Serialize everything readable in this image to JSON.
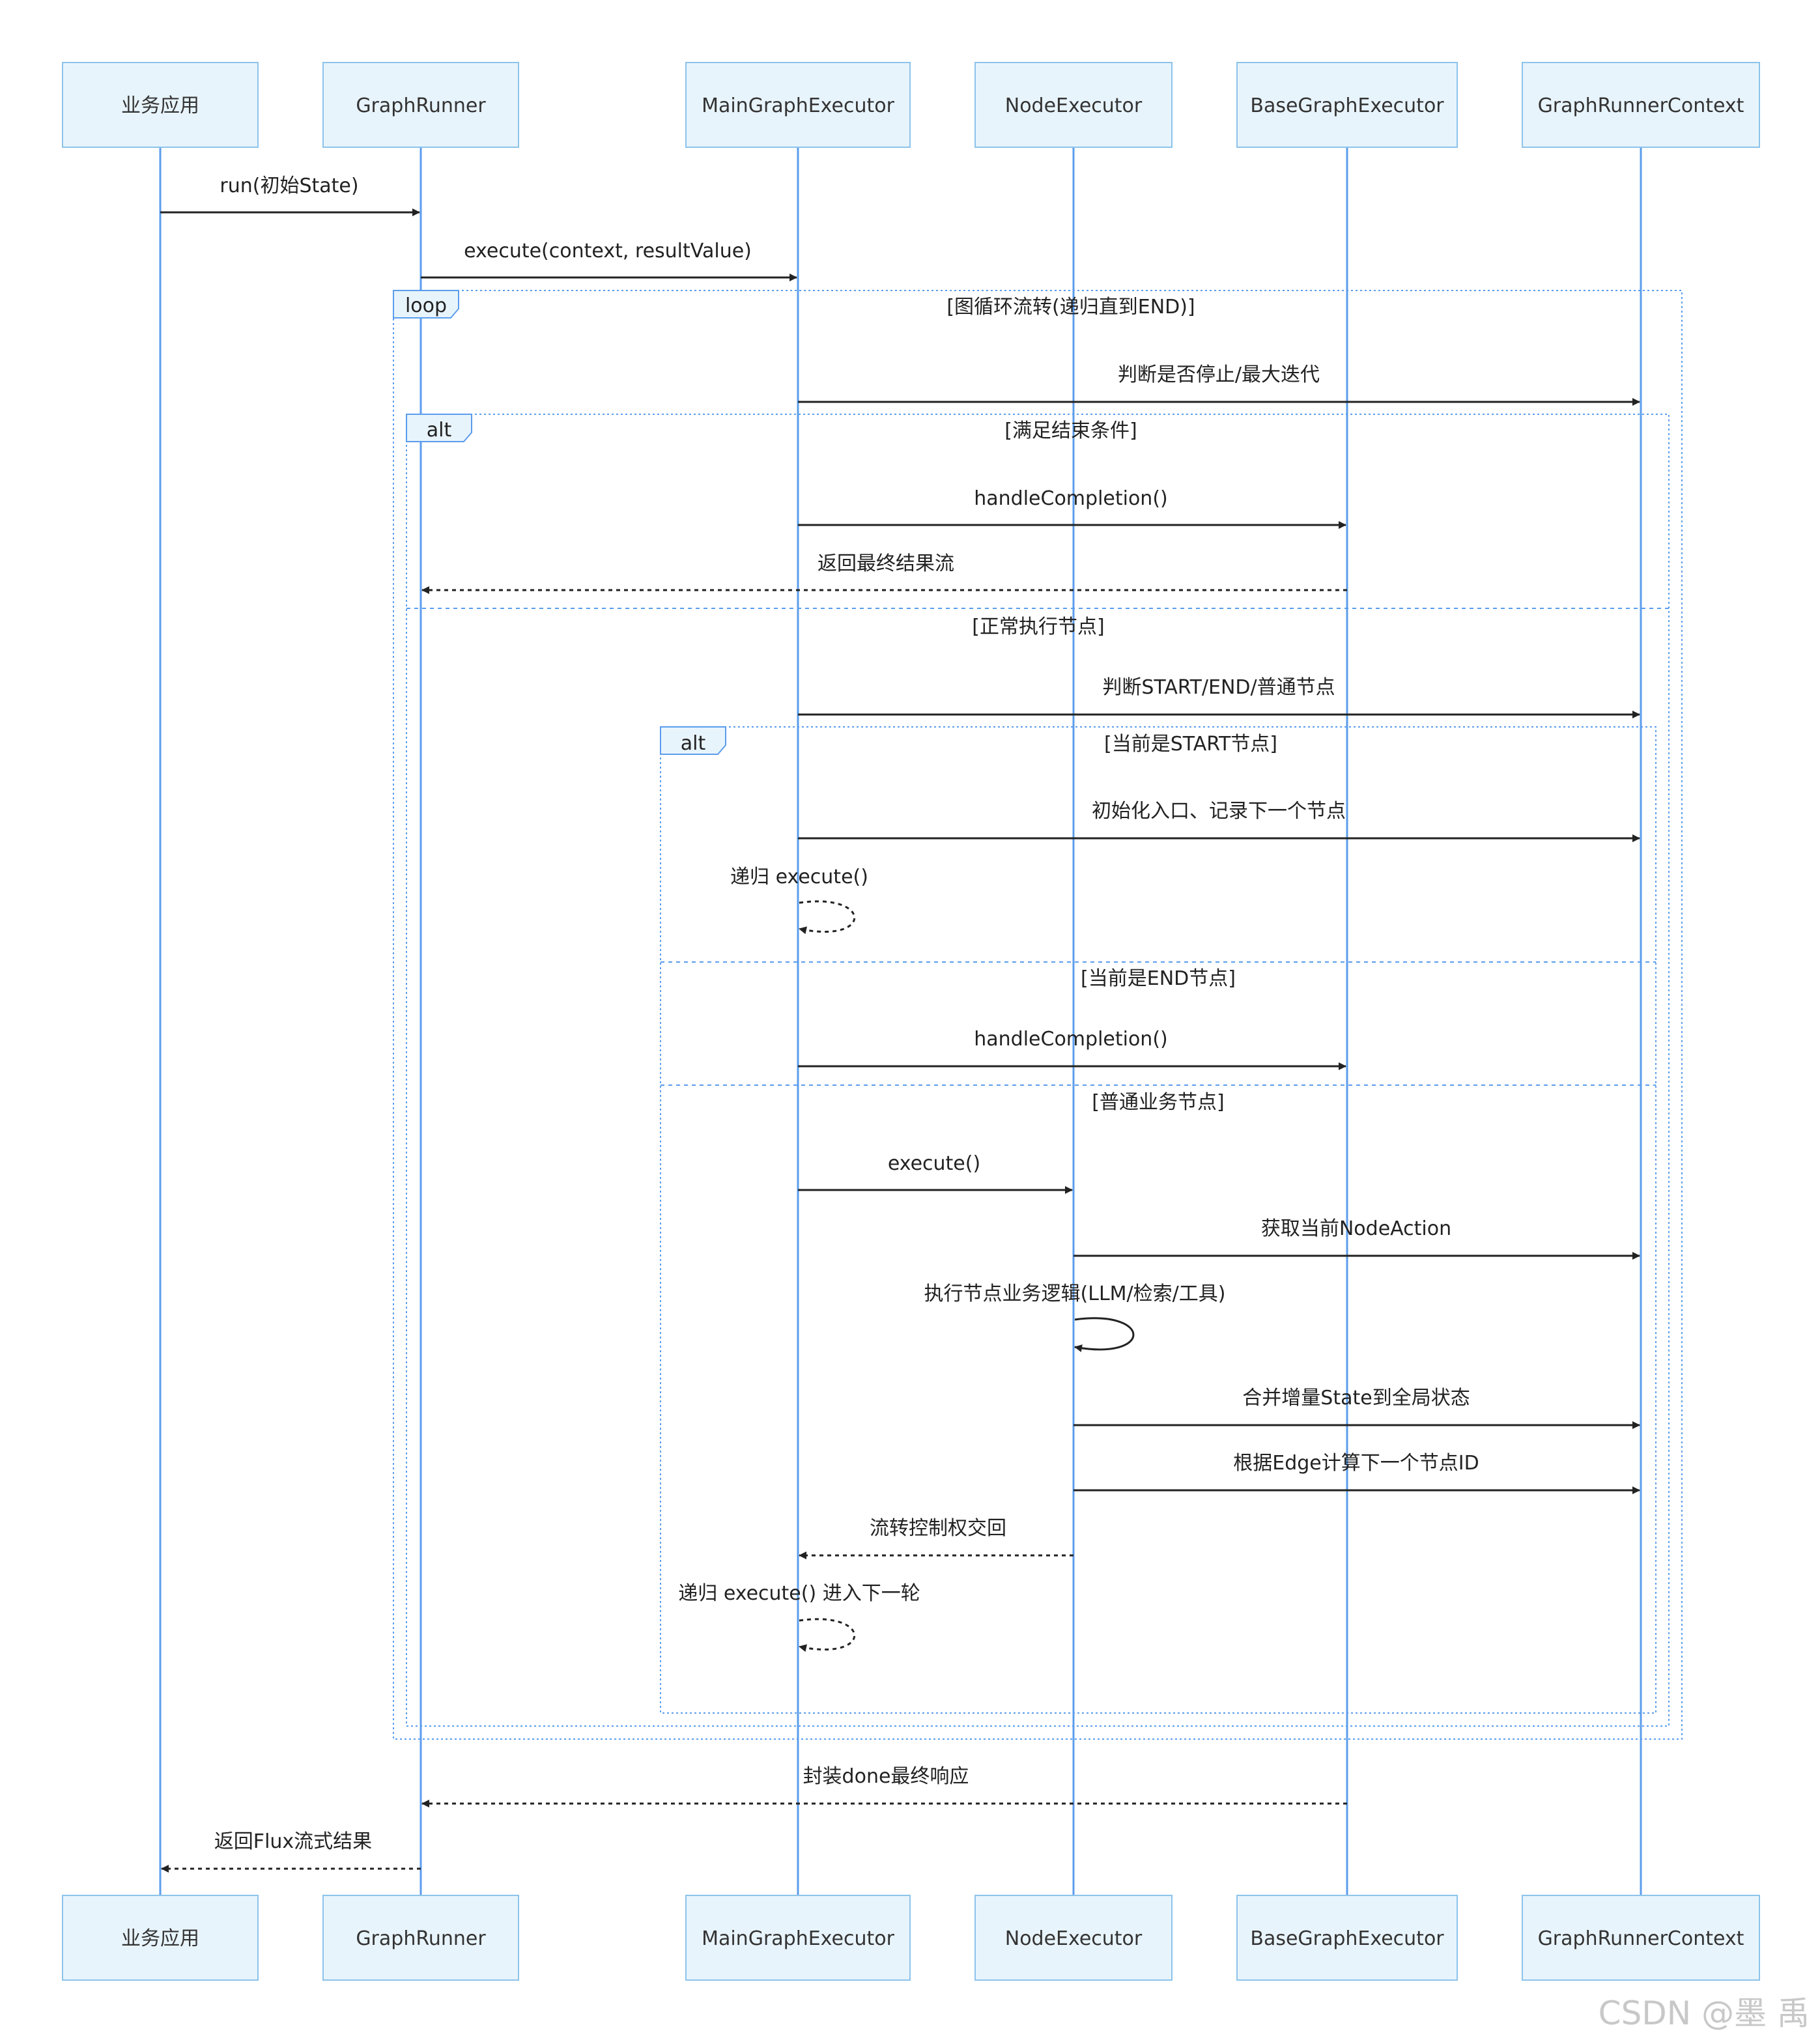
{
  "colors": {
    "actor_fill": "#e8f4fc",
    "actor_stroke": "#8cc3ea",
    "lifeline": "#5b9ded",
    "message": "#222222",
    "frame": "#5b9ded",
    "watermark": "#c8c8c8"
  },
  "actors": [
    {
      "id": "app",
      "label": "业务应用"
    },
    {
      "id": "runner",
      "label": "GraphRunner"
    },
    {
      "id": "main",
      "label": "MainGraphExecutor"
    },
    {
      "id": "node",
      "label": "NodeExecutor"
    },
    {
      "id": "base",
      "label": "BaseGraphExecutor"
    },
    {
      "id": "ctx",
      "label": "GraphRunnerContext"
    }
  ],
  "messages": [
    {
      "from": "app",
      "to": "runner",
      "label": "run(初始State)",
      "style": "solid"
    },
    {
      "from": "runner",
      "to": "main",
      "label": "execute(context, resultValue)",
      "style": "solid"
    },
    {
      "from": "main",
      "to": "ctx",
      "label": "判断是否停止/最大迭代",
      "style": "solid"
    },
    {
      "from": "main",
      "to": "base",
      "label": "handleCompletion()",
      "style": "solid"
    },
    {
      "from": "base",
      "to": "runner",
      "label": "返回最终结果流",
      "style": "dashed"
    },
    {
      "from": "main",
      "to": "ctx",
      "label": "判断START/END/普通节点",
      "style": "solid"
    },
    {
      "from": "main",
      "to": "ctx",
      "label": "初始化入口、记录下一个节点",
      "style": "solid"
    },
    {
      "from": "main",
      "to": "main",
      "label": "递归 execute()",
      "style": "dashed"
    },
    {
      "from": "main",
      "to": "base",
      "label": "handleCompletion()",
      "style": "solid"
    },
    {
      "from": "main",
      "to": "node",
      "label": "execute()",
      "style": "solid"
    },
    {
      "from": "node",
      "to": "ctx",
      "label": "获取当前NodeAction",
      "style": "solid"
    },
    {
      "from": "node",
      "to": "node",
      "label": "执行节点业务逻辑(LLM/检索/工具)",
      "style": "solid"
    },
    {
      "from": "node",
      "to": "ctx",
      "label": "合并增量State到全局状态",
      "style": "solid"
    },
    {
      "from": "node",
      "to": "ctx",
      "label": "根据Edge计算下一个节点ID",
      "style": "solid"
    },
    {
      "from": "node",
      "to": "main",
      "label": "流转控制权交回",
      "style": "dashed"
    },
    {
      "from": "main",
      "to": "main",
      "label": "递归 execute() 进入下一轮",
      "style": "dashed"
    },
    {
      "from": "base",
      "to": "runner",
      "label": "封装done最终响应",
      "style": "dashed"
    },
    {
      "from": "runner",
      "to": "app",
      "label": "返回Flux流式结果",
      "style": "dashed"
    }
  ],
  "frames": [
    {
      "type": "loop",
      "condition": "[图循环流转(递归直到END)]"
    },
    {
      "type": "alt",
      "sections": [
        "[满足结束条件]",
        "[正常执行节点]"
      ]
    },
    {
      "type": "alt",
      "sections": [
        "[当前是START节点]",
        "[当前是END节点]",
        "[普通业务节点]"
      ]
    }
  ],
  "watermark": "CSDN @墨 禹"
}
